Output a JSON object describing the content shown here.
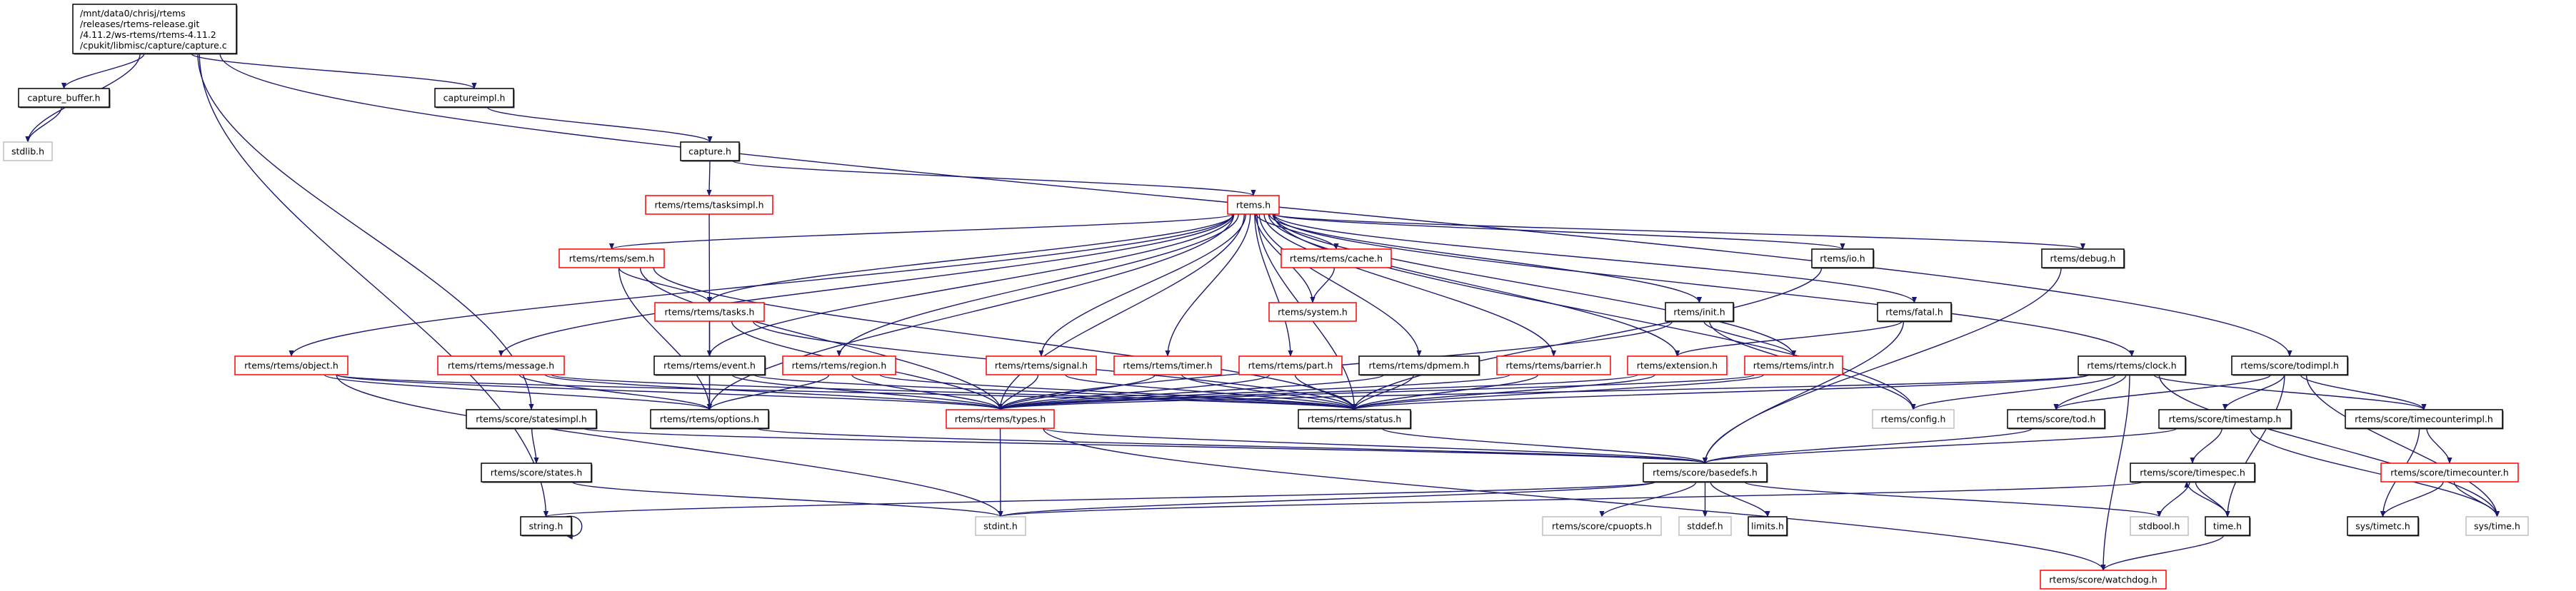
{
  "graph": {
    "title_lines": [
      "/mnt/data0/chrisj/rtems",
      "/releases/rtems-release.git",
      "/4.11.2/ws-rtems/rtems-4.11.2",
      "/cpukit/libmisc/capture/capture.c"
    ],
    "colors": {
      "edge": "#191970",
      "normal_border": "#000000",
      "truncated_border": "#ff0000",
      "external_border": "#bfbfbf",
      "root_fill": "#bfbfbf"
    },
    "nodes": [
      {
        "id": "capture.c",
        "label": "/cpukit/libmisc/capture/capture.c",
        "kind": "root"
      },
      {
        "id": "capture_buffer.h",
        "label": "capture_buffer.h",
        "kind": "normal"
      },
      {
        "id": "stdlib.h",
        "label": "stdlib.h",
        "kind": "external"
      },
      {
        "id": "captureimpl.h",
        "label": "captureimpl.h",
        "kind": "normal"
      },
      {
        "id": "capture.h",
        "label": "capture.h",
        "kind": "normal"
      },
      {
        "id": "tasksimpl.h",
        "label": "rtems/rtems/tasksimpl.h",
        "kind": "truncated"
      },
      {
        "id": "rtems.h",
        "label": "rtems.h",
        "kind": "truncated"
      },
      {
        "id": "sem.h",
        "label": "rtems/rtems/sem.h",
        "kind": "truncated"
      },
      {
        "id": "cache.h",
        "label": "rtems/rtems/cache.h",
        "kind": "truncated"
      },
      {
        "id": "io.h",
        "label": "rtems/io.h",
        "kind": "normal"
      },
      {
        "id": "debug.h",
        "label": "rtems/debug.h",
        "kind": "normal"
      },
      {
        "id": "tasks.h",
        "label": "rtems/rtems/tasks.h",
        "kind": "truncated"
      },
      {
        "id": "system.h",
        "label": "rtems/system.h",
        "kind": "truncated"
      },
      {
        "id": "init.h",
        "label": "rtems/init.h",
        "kind": "normal"
      },
      {
        "id": "fatal.h",
        "label": "rtems/fatal.h",
        "kind": "normal"
      },
      {
        "id": "object.h",
        "label": "rtems/rtems/object.h",
        "kind": "truncated"
      },
      {
        "id": "message.h",
        "label": "rtems/rtems/message.h",
        "kind": "truncated"
      },
      {
        "id": "event.h",
        "label": "rtems/rtems/event.h",
        "kind": "normal"
      },
      {
        "id": "region.h",
        "label": "rtems/rtems/region.h",
        "kind": "truncated"
      },
      {
        "id": "signal.h",
        "label": "rtems/rtems/signal.h",
        "kind": "truncated"
      },
      {
        "id": "timer.h",
        "label": "rtems/rtems/timer.h",
        "kind": "truncated"
      },
      {
        "id": "part.h",
        "label": "rtems/rtems/part.h",
        "kind": "truncated"
      },
      {
        "id": "dpmem.h",
        "label": "rtems/rtems/dpmem.h",
        "kind": "normal"
      },
      {
        "id": "barrier.h",
        "label": "rtems/rtems/barrier.h",
        "kind": "truncated"
      },
      {
        "id": "extension.h",
        "label": "rtems/extension.h",
        "kind": "truncated"
      },
      {
        "id": "intr.h",
        "label": "rtems/rtems/intr.h",
        "kind": "truncated"
      },
      {
        "id": "clock.h",
        "label": "rtems/rtems/clock.h",
        "kind": "normal"
      },
      {
        "id": "todimpl.h",
        "label": "rtems/score/todimpl.h",
        "kind": "normal"
      },
      {
        "id": "statesimpl.h",
        "label": "rtems/score/statesimpl.h",
        "kind": "normal"
      },
      {
        "id": "options.h",
        "label": "rtems/rtems/options.h",
        "kind": "normal"
      },
      {
        "id": "types.h",
        "label": "rtems/rtems/types.h",
        "kind": "truncated"
      },
      {
        "id": "status.h",
        "label": "rtems/rtems/status.h",
        "kind": "normal"
      },
      {
        "id": "config.h",
        "label": "rtems/config.h",
        "kind": "external"
      },
      {
        "id": "tod.h",
        "label": "rtems/score/tod.h",
        "kind": "normal"
      },
      {
        "id": "timestamp.h",
        "label": "rtems/score/timestamp.h",
        "kind": "normal"
      },
      {
        "id": "timecounterimpl.h",
        "label": "rtems/score/timecounterimpl.h",
        "kind": "normal"
      },
      {
        "id": "states.h",
        "label": "rtems/score/states.h",
        "kind": "normal"
      },
      {
        "id": "basedefs.h",
        "label": "rtems/score/basedefs.h",
        "kind": "normal"
      },
      {
        "id": "timespec.h",
        "label": "rtems/score/timespec.h",
        "kind": "normal"
      },
      {
        "id": "timecounter.h",
        "label": "rtems/score/timecounter.h",
        "kind": "truncated"
      },
      {
        "id": "string.h",
        "label": "string.h",
        "kind": "normal"
      },
      {
        "id": "stdint.h",
        "label": "stdint.h",
        "kind": "external"
      },
      {
        "id": "cpuopts.h",
        "label": "rtems/score/cpuopts.h",
        "kind": "external"
      },
      {
        "id": "stddef.h",
        "label": "stddef.h",
        "kind": "external"
      },
      {
        "id": "limits.h",
        "label": "limits.h",
        "kind": "normal"
      },
      {
        "id": "stdbool.h",
        "label": "stdbool.h",
        "kind": "external"
      },
      {
        "id": "time.h",
        "label": "time.h",
        "kind": "normal"
      },
      {
        "id": "sys/timetc.h",
        "label": "sys/timetc.h",
        "kind": "normal"
      },
      {
        "id": "sys/time.h",
        "label": "sys/time.h",
        "kind": "external"
      },
      {
        "id": "watchdog.h",
        "label": "rtems/score/watchdog.h",
        "kind": "truncated"
      }
    ],
    "edges": [
      [
        "capture.c",
        "stdlib.h"
      ],
      [
        "capture.c",
        "capture_buffer.h"
      ],
      [
        "capture.c",
        "captureimpl.h"
      ],
      [
        "capture.c",
        "todimpl.h"
      ],
      [
        "capture.c",
        "string.h"
      ],
      [
        "capture.c",
        "statesimpl.h"
      ],
      [
        "capture_buffer.h",
        "stdlib.h"
      ],
      [
        "captureimpl.h",
        "capture.h"
      ],
      [
        "capture.h",
        "tasksimpl.h"
      ],
      [
        "capture.h",
        "rtems.h"
      ],
      [
        "tasksimpl.h",
        "tasks.h"
      ],
      [
        "rtems.h",
        "sem.h"
      ],
      [
        "rtems.h",
        "cache.h"
      ],
      [
        "rtems.h",
        "io.h"
      ],
      [
        "rtems.h",
        "debug.h"
      ],
      [
        "rtems.h",
        "tasks.h"
      ],
      [
        "rtems.h",
        "system.h"
      ],
      [
        "rtems.h",
        "init.h"
      ],
      [
        "rtems.h",
        "fatal.h"
      ],
      [
        "rtems.h",
        "object.h"
      ],
      [
        "rtems.h",
        "message.h"
      ],
      [
        "rtems.h",
        "event.h"
      ],
      [
        "rtems.h",
        "region.h"
      ],
      [
        "rtems.h",
        "signal.h"
      ],
      [
        "rtems.h",
        "timer.h"
      ],
      [
        "rtems.h",
        "part.h"
      ],
      [
        "rtems.h",
        "dpmem.h"
      ],
      [
        "rtems.h",
        "barrier.h"
      ],
      [
        "rtems.h",
        "extension.h"
      ],
      [
        "rtems.h",
        "intr.h"
      ],
      [
        "rtems.h",
        "clock.h"
      ],
      [
        "rtems.h",
        "config.h"
      ],
      [
        "rtems.h",
        "types.h"
      ],
      [
        "rtems.h",
        "status.h"
      ],
      [
        "rtems.h",
        "options.h"
      ],
      [
        "sem.h",
        "tasks.h"
      ],
      [
        "sem.h",
        "types.h"
      ],
      [
        "sem.h",
        "status.h"
      ],
      [
        "sem.h",
        "options.h"
      ],
      [
        "cache.h",
        "system.h"
      ],
      [
        "tasks.h",
        "event.h"
      ],
      [
        "tasks.h",
        "types.h"
      ],
      [
        "tasks.h",
        "status.h"
      ],
      [
        "tasks.h",
        "options.h"
      ],
      [
        "io.h",
        "status.h"
      ],
      [
        "debug.h",
        "basedefs.h"
      ],
      [
        "init.h",
        "types.h"
      ],
      [
        "init.h",
        "intr.h"
      ],
      [
        "init.h",
        "config.h"
      ],
      [
        "fatal.h",
        "extension.h"
      ],
      [
        "fatal.h",
        "basedefs.h"
      ],
      [
        "object.h",
        "types.h"
      ],
      [
        "object.h",
        "status.h"
      ],
      [
        "object.h",
        "options.h"
      ],
      [
        "object.h",
        "stdint.h"
      ],
      [
        "message.h",
        "types.h"
      ],
      [
        "message.h",
        "status.h"
      ],
      [
        "message.h",
        "options.h"
      ],
      [
        "event.h",
        "options.h"
      ],
      [
        "event.h",
        "types.h"
      ],
      [
        "event.h",
        "status.h"
      ],
      [
        "region.h",
        "options.h"
      ],
      [
        "region.h",
        "types.h"
      ],
      [
        "region.h",
        "status.h"
      ],
      [
        "signal.h",
        "types.h"
      ],
      [
        "signal.h",
        "status.h"
      ],
      [
        "timer.h",
        "types.h"
      ],
      [
        "timer.h",
        "status.h"
      ],
      [
        "part.h",
        "types.h"
      ],
      [
        "part.h",
        "status.h"
      ],
      [
        "dpmem.h",
        "types.h"
      ],
      [
        "dpmem.h",
        "status.h"
      ],
      [
        "barrier.h",
        "types.h"
      ],
      [
        "barrier.h",
        "status.h"
      ],
      [
        "extension.h",
        "types.h"
      ],
      [
        "extension.h",
        "status.h"
      ],
      [
        "intr.h",
        "types.h"
      ],
      [
        "intr.h",
        "status.h"
      ],
      [
        "clock.h",
        "types.h"
      ],
      [
        "clock.h",
        "status.h"
      ],
      [
        "clock.h",
        "config.h"
      ],
      [
        "clock.h",
        "tod.h"
      ],
      [
        "clock.h",
        "watchdog.h"
      ],
      [
        "clock.h",
        "timecounterimpl.h"
      ],
      [
        "clock.h",
        "sys/time.h"
      ],
      [
        "todimpl.h",
        "tod.h"
      ],
      [
        "todimpl.h",
        "timestamp.h"
      ],
      [
        "todimpl.h",
        "timecounterimpl.h"
      ],
      [
        "todimpl.h",
        "time.h"
      ],
      [
        "todimpl.h",
        "sys/time.h"
      ],
      [
        "statesimpl.h",
        "states.h"
      ],
      [
        "statesimpl.h",
        "basedefs.h"
      ],
      [
        "options.h",
        "basedefs.h"
      ],
      [
        "types.h",
        "stdint.h"
      ],
      [
        "types.h",
        "basedefs.h"
      ],
      [
        "types.h",
        "watchdog.h"
      ],
      [
        "status.h",
        "basedefs.h"
      ],
      [
        "tod.h",
        "basedefs.h"
      ],
      [
        "timestamp.h",
        "timespec.h"
      ],
      [
        "timestamp.h",
        "basedefs.h"
      ],
      [
        "timestamp.h",
        "sys/time.h"
      ],
      [
        "timecounterimpl.h",
        "timecounter.h"
      ],
      [
        "timecounterimpl.h",
        "sys/timetc.h"
      ],
      [
        "states.h",
        "stdint.h"
      ],
      [
        "basedefs.h",
        "cpuopts.h"
      ],
      [
        "basedefs.h",
        "stddef.h"
      ],
      [
        "basedefs.h",
        "limits.h"
      ],
      [
        "basedefs.h",
        "stdbool.h"
      ],
      [
        "basedefs.h",
        "stdint.h"
      ],
      [
        "basedefs.h",
        "string.h"
      ],
      [
        "timespec.h",
        "stdbool.h"
      ],
      [
        "timespec.h",
        "time.h"
      ],
      [
        "timespec.h",
        "stdint.h"
      ],
      [
        "time.h",
        "timespec.h"
      ],
      [
        "time.h",
        "watchdog.h"
      ],
      [
        "timecounter.h",
        "sys/timetc.h"
      ],
      [
        "timecounter.h",
        "sys/time.h"
      ],
      [
        "string.h",
        "string.h"
      ]
    ]
  }
}
